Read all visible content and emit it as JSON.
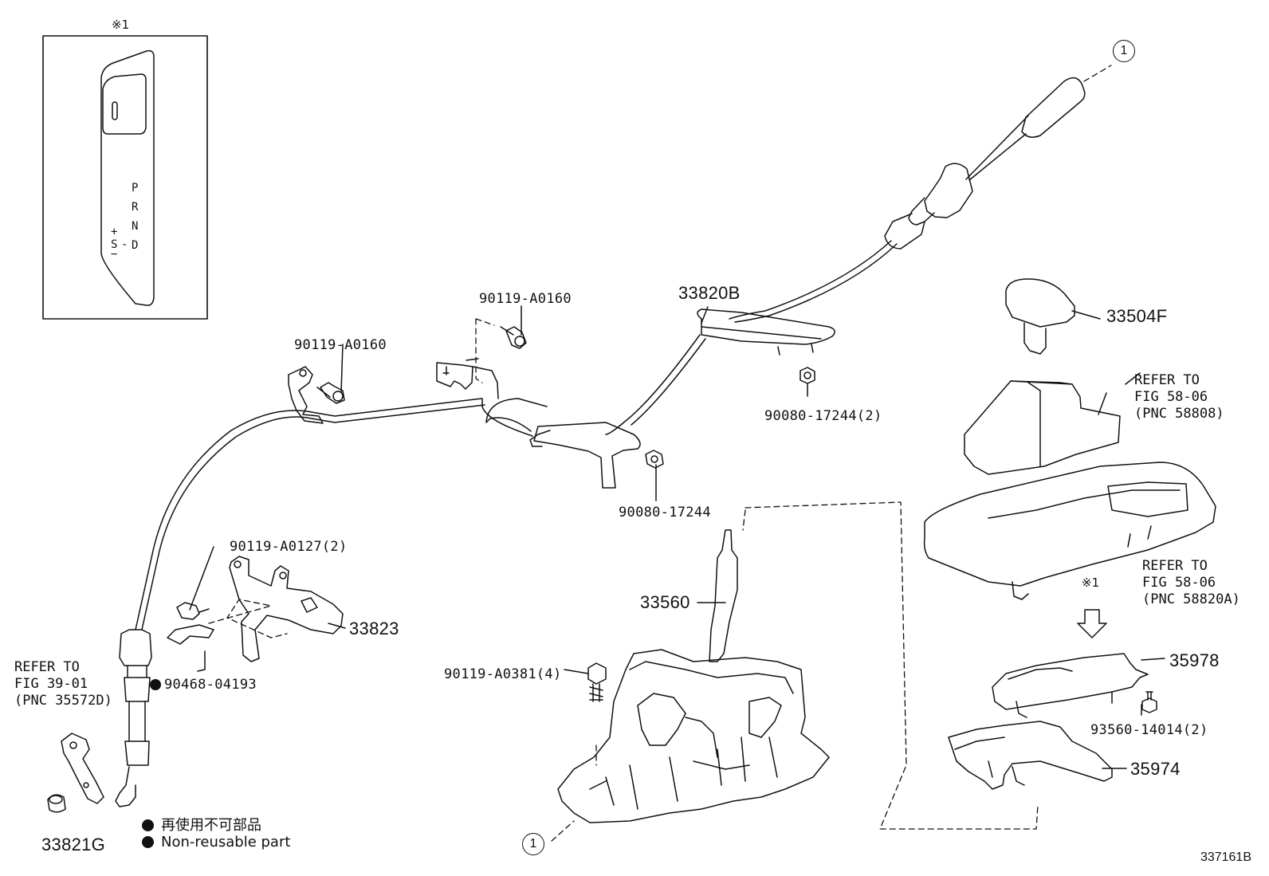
{
  "inset": {
    "mark": "※1",
    "gear_letters": [
      "P",
      "R",
      "N",
      "D"
    ],
    "manual_labels": [
      "+",
      "S",
      "-",
      "−"
    ]
  },
  "parts": {
    "p33820B": "33820B",
    "p33504F": "33504F",
    "p33823": "33823",
    "p33560": "33560",
    "p35978": "35978",
    "p35974": "35974",
    "p33821G": "33821G",
    "bolt_a0160_upper": "90119-A0160",
    "bolt_a0160_left": "90119-A0160",
    "nut_17244_2": "90080-17244(2)",
    "nut_17244": "90080-17244",
    "bolt_a0127": "90119-A0127(2)",
    "clip_04193": "90468-04193",
    "bolt_a0381": "90119-A0381(4)",
    "screw_14014": "93560-14014(2)"
  },
  "refs": {
    "ref_58808": "REFER TO\nFIG 58-06\n(PNC 58808)",
    "ref_58820A": "REFER TO\nFIG 58-06\n(PNC 58820A)",
    "ref_35572D": "REFER TO\nFIG 39-01\n(PNC 35572D)"
  },
  "callouts": {
    "top": "1",
    "bottom": "1",
    "arrow_mark": "※1"
  },
  "legend": {
    "jp": "再使用不可部品",
    "en": "Non-reusable part"
  },
  "figure_id": "337161B"
}
